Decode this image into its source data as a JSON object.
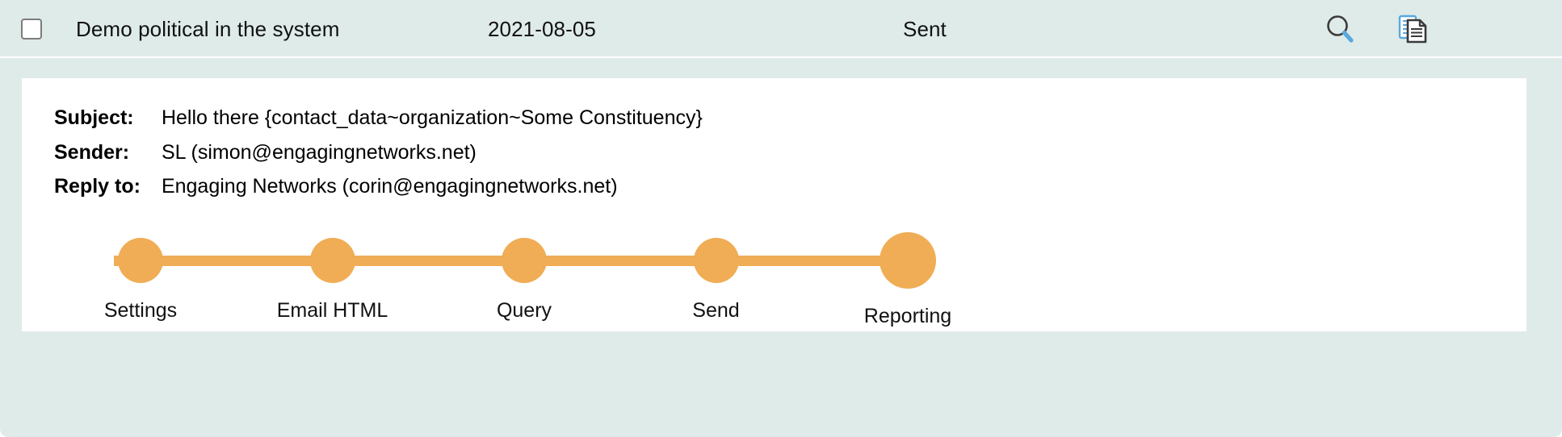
{
  "colors": {
    "panel_background": "#dfebe9",
    "detail_background": "#ffffff",
    "step_accent": "#f0ad55",
    "text": "#111111",
    "icon_blue": "#5aa9dd",
    "icon_dark": "#3a3a3a"
  },
  "summary_row": {
    "checkbox_checked": false,
    "name": "Demo political in the system",
    "date": "2021-08-05",
    "status": "Sent",
    "actions": [
      {
        "name": "preview-icon",
        "icon": "magnifier-icon",
        "title": "Preview"
      },
      {
        "name": "copy-icon",
        "icon": "copy-documents-icon",
        "title": "Copy"
      }
    ]
  },
  "detail": {
    "meta": [
      {
        "label": "Subject:",
        "value": "Hello there {contact_data~organization~Some Constituency}"
      },
      {
        "label": "Sender:",
        "value": "SL (simon@engagingnetworks.net)"
      },
      {
        "label": "Reply to:",
        "value": "Engaging Networks (corin@engagingnetworks.net)"
      }
    ],
    "stepper": {
      "current_index": 4,
      "steps": [
        {
          "label": "Settings"
        },
        {
          "label": "Email HTML"
        },
        {
          "label": "Query"
        },
        {
          "label": "Send"
        },
        {
          "label": "Reporting"
        }
      ]
    }
  }
}
